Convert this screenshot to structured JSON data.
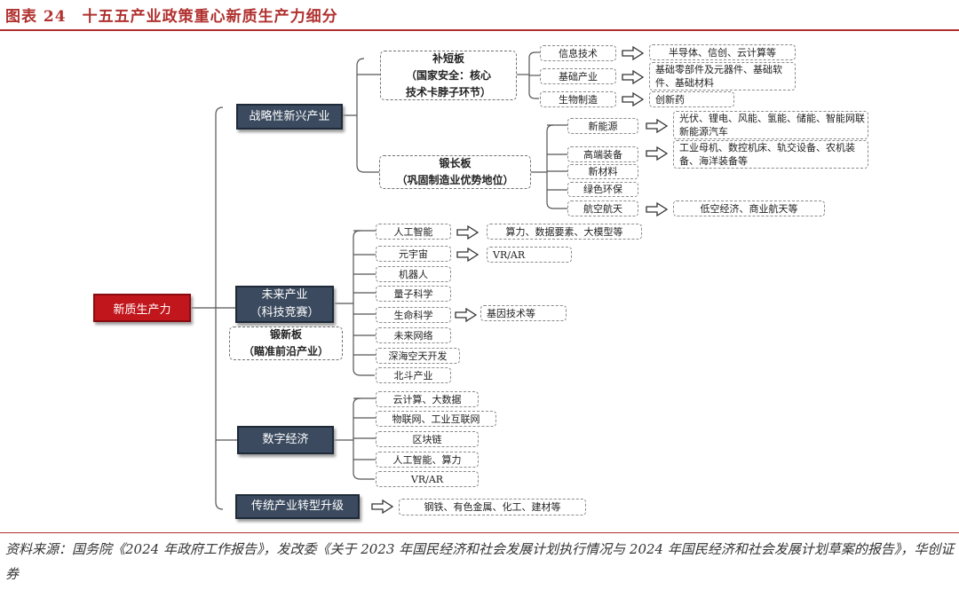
{
  "header": {
    "title": "图表 24　十五五产业政策重心新质生产力细分"
  },
  "root": {
    "label": "新质生产力"
  },
  "strategic": {
    "label": "战略性新兴产业",
    "short_board": {
      "label_l1": "补短板",
      "label_l2": "（国家安全：核心",
      "label_l3": "技术卡脖子环节）",
      "items": [
        {
          "name": "信息技术",
          "detail": "半导体、信创、云计算等"
        },
        {
          "name": "基础产业",
          "detail": "基础零部件及元器件、基础软件、基础材料"
        },
        {
          "name": "生物制造",
          "detail": "创新药"
        }
      ]
    },
    "long_board": {
      "label_l1": "锻长板",
      "label_l2": "（巩固制造业优势地位）",
      "items": [
        {
          "name": "新能源",
          "detail": "光伏、锂电、风能、氢能、储能、智能网联新能源汽车"
        },
        {
          "name": "高端装备",
          "detail": "工业母机、数控机床、轨交设备、农机装备、海洋装备等"
        },
        {
          "name": "新材料",
          "detail": ""
        },
        {
          "name": "绿色环保",
          "detail": ""
        },
        {
          "name": "航空航天",
          "detail": "低空经济、商业航天等"
        }
      ]
    }
  },
  "future": {
    "label_l1": "未来产业",
    "label_l2": "（科技竞赛）",
    "forge": {
      "label_l1": "锻新板",
      "label_l2": "（瞄准前沿产业）"
    },
    "items": [
      {
        "name": "人工智能",
        "detail": "算力、数据要素、大模型等"
      },
      {
        "name": "元宇宙",
        "detail": "VR/AR"
      },
      {
        "name": "机器人",
        "detail": ""
      },
      {
        "name": "量子科学",
        "detail": ""
      },
      {
        "name": "生命科学",
        "detail": "基因技术等"
      },
      {
        "name": "未来网络",
        "detail": ""
      },
      {
        "name": "深海空天开发",
        "detail": ""
      },
      {
        "name": "北斗产业",
        "detail": ""
      }
    ]
  },
  "digital": {
    "label": "数字经济",
    "items": [
      "云计算、大数据",
      "物联网、工业互联网",
      "区块链",
      "人工智能、算力",
      "VR/AR"
    ]
  },
  "traditional": {
    "label": "传统产业转型升级",
    "detail": "钢铁、有色金属、化工、建材等"
  },
  "footer": {
    "source": "资料来源：国务院《2024 年政府工作报告》，发改委《关于 2023 年国民经济和社会发展计划执行情况与 2024 年国民经济和社会发展计划草案的报告》，华创证券"
  }
}
